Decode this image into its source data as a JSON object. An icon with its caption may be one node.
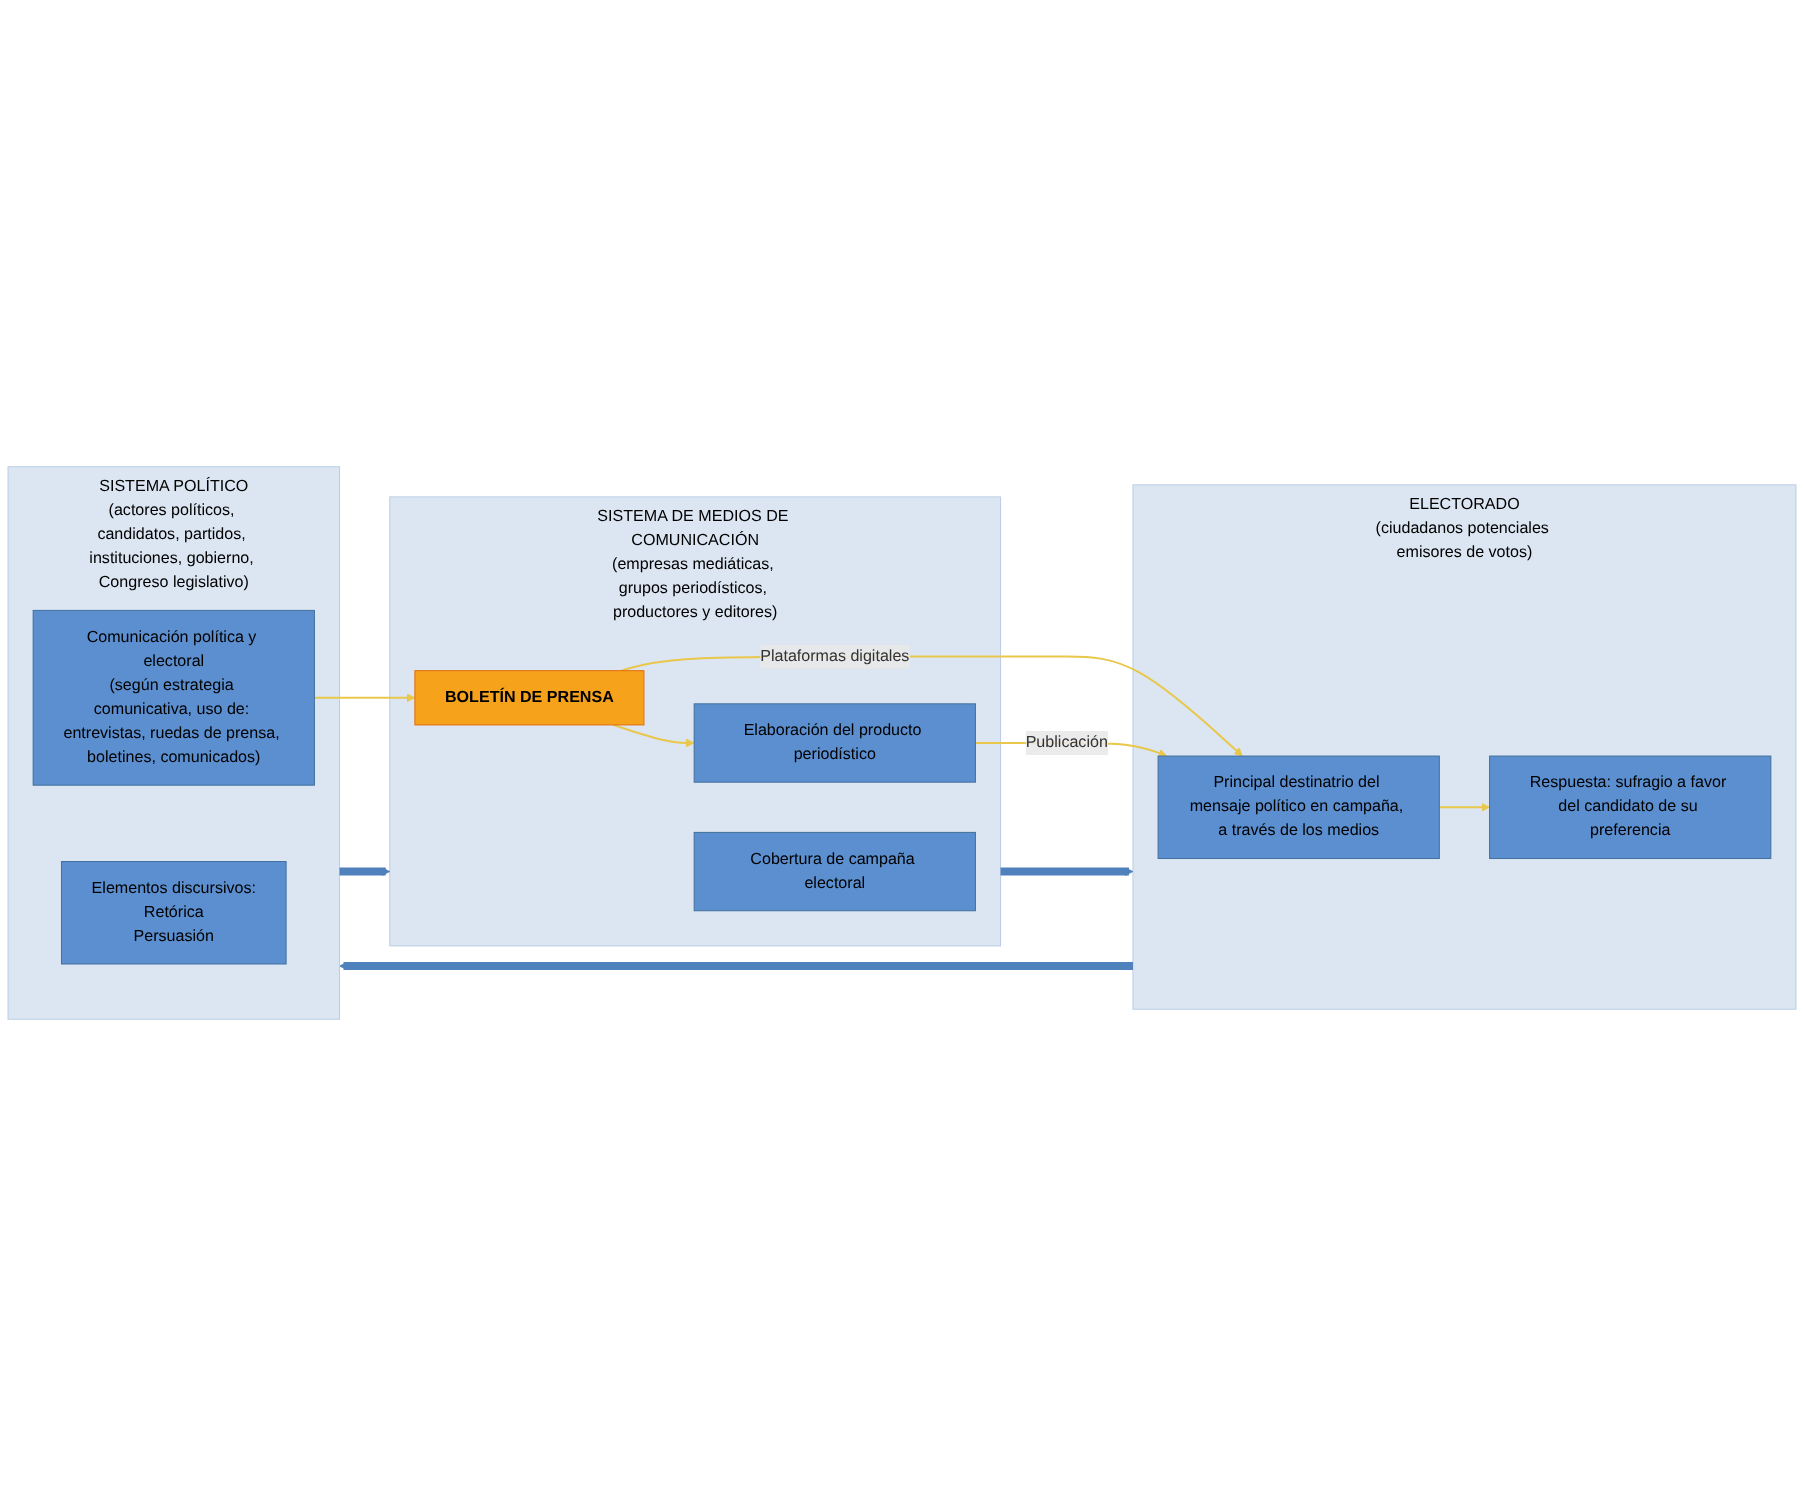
{
  "diagram": {
    "nodes": [
      {
        "text": [
          "SISTEMA POLÍTICO",
          "(actores políticos, candidatos, partidos, instituciones, gobierno, Congreso legislativo)"
        ]
      },
      {
        "text": [
          "Elementos discursivos:",
          "Retórica",
          "Persuasión"
        ],
        "in": 0
      },
      {
        "text": [
          "Comunicación política y electoral",
          "(según estrategia comunicativa, uso de: entrevistas, ruedas de prensa, boletines, comunicados)"
        ],
        "in": 0
      },
      {
        "text": [
          "SISTEMA DE MEDIOS DE COMUNICACIÓN",
          "(empresas mediáticas, grupos periodísticos, productores y editores)"
        ]
      },
      {
        "text": [
          "Cobertura de campaña electoral"
        ],
        "in": 3
      },
      {
        "text": [
          "BOLETÍN DE PRENSA"
        ],
        "in": 3
      },
      {
        "text": [
          "Elaboración del producto periodístico"
        ],
        "in": 3
      },
      {
        "text": [
          "ELECTORADO",
          "(ciudadanos potenciales emisores de votos)"
        ]
      },
      {
        "text": [
          "Principal destinatrio del mensaje político en campaña, a través de los medios"
        ],
        "in": 7
      },
      {
        "text": [
          "Respuesta: sufragio a favor del candidato de su preferencia"
        ],
        "in": 7
      }
    ],
    "edges": [
      {
        "from": 0,
        "to": 3,
        "arrow": "to",
        "style": "thick",
        "color": "#4f81bd"
      },
      {
        "from": 3,
        "to": 7,
        "arrow": "to",
        "style": "thick",
        "color": "#4f81bd"
      },
      {
        "from": 7,
        "to": 0,
        "arrow": "to",
        "style": "thick",
        "color": "#4f81bd"
      },
      {
        "from": 2,
        "to": 5,
        "arrow": "to"
      },
      {
        "from": 5,
        "to": 8,
        "arrow": "to",
        "label": "Plataformas digitales"
      },
      {
        "from": 5,
        "to": 6,
        "arrow": "to"
      },
      {
        "from": 6,
        "to": 8,
        "arrow": "to",
        "label": "Publicación"
      },
      {
        "from": 8,
        "to": 9,
        "arrow": "to"
      }
    ]
  }
}
